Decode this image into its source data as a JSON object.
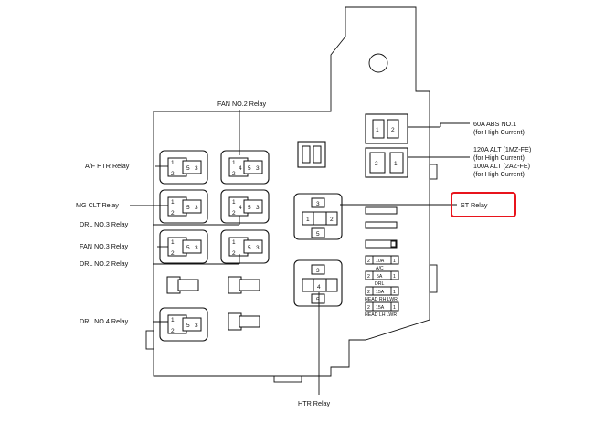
{
  "labels": {
    "fan2": "FAN NO.2 Relay",
    "afhtr": "A/F HTR Relay",
    "mgclt": "MG CLT Relay",
    "drl3": "DRL NO.3 Relay",
    "fan3": "FAN NO.3 Relay",
    "drl2": "DRL NO.2 Relay",
    "drl4": "DRL NO.4 Relay",
    "htr": "HTR Relay",
    "st": "ST Relay",
    "abs_a": "60A ABS NO.1",
    "abs_b": "(for High Current)",
    "alt_a": "120A ALT (1MZ-FE)",
    "alt_b": "(for High Current)",
    "alt_c": "100A ALT (2AZ-FE)",
    "alt_d": "(for High Current)"
  },
  "fuses": {
    "ac_amp": "10A",
    "ac_name": "A/C",
    "drl_amp": "5A",
    "drl_name": "DRL",
    "hrh_amp": "15A",
    "hrh_name": "HEAD RH LWR",
    "hlh_amp": "15A",
    "hlh_name": "HEAD LH LWR"
  },
  "pins": {
    "one": "1",
    "two": "2",
    "three": "3",
    "four": "4",
    "five": "5"
  },
  "highlight_color": "#e8141c"
}
